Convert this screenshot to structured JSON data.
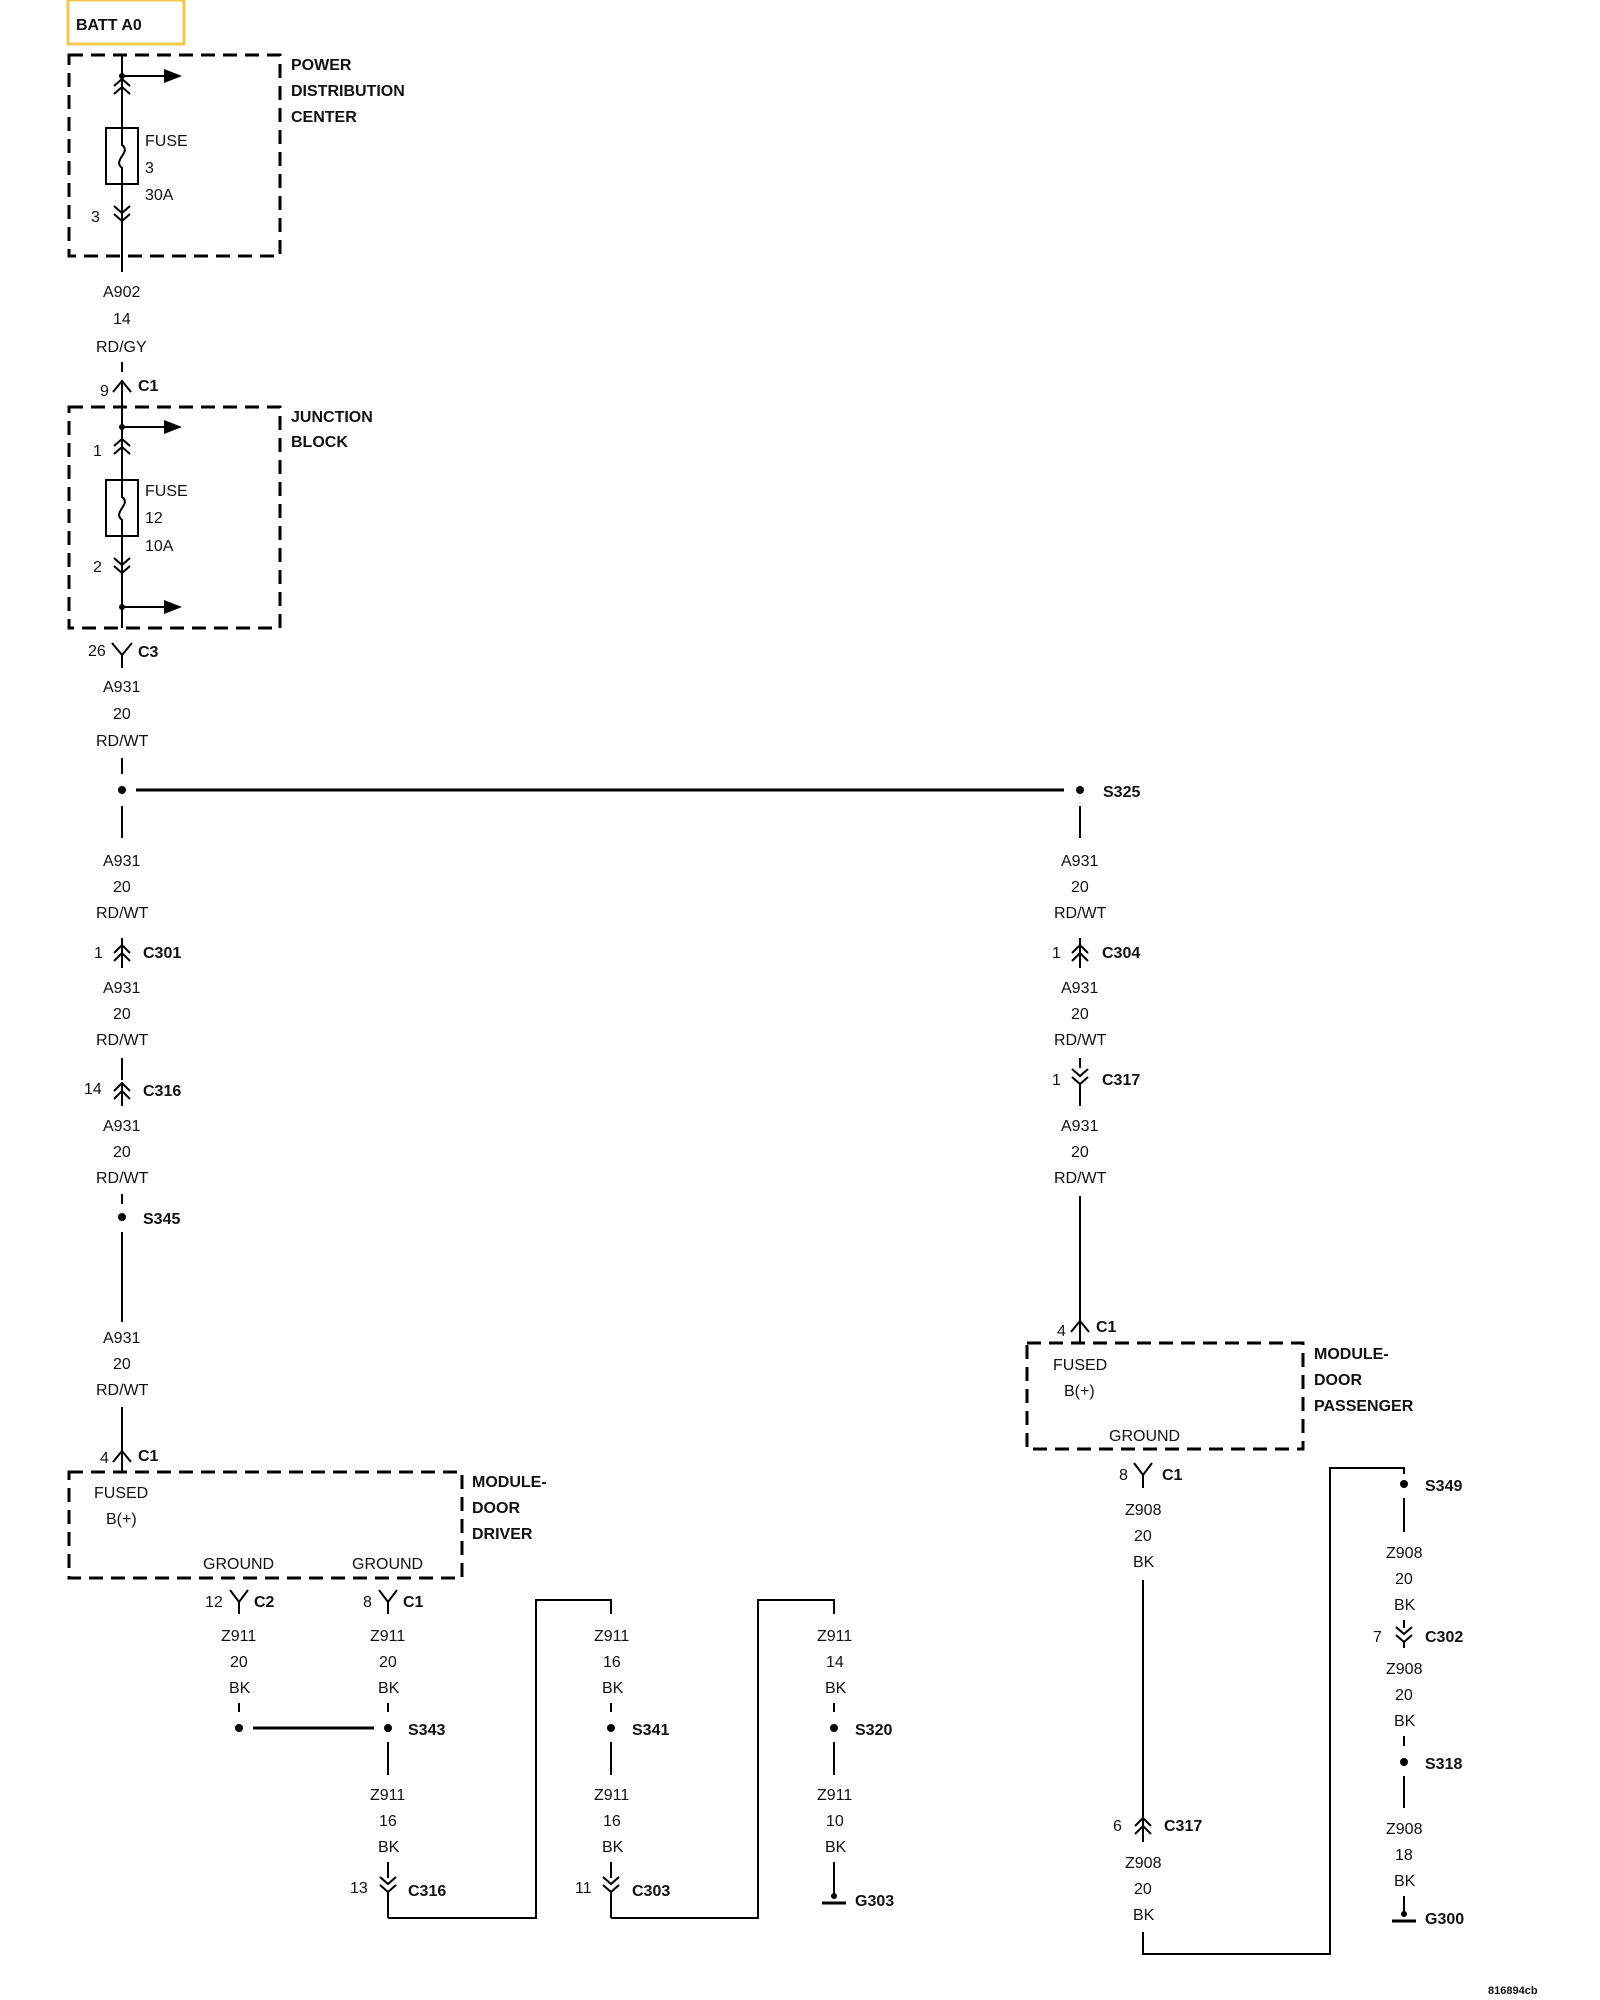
{
  "source": {
    "label": "BATT A0",
    "highlight": "#f2c94c"
  },
  "pdc": {
    "title": [
      "POWER",
      "DISTRIBUTION",
      "CENTER"
    ],
    "fuse": [
      "FUSE",
      "3",
      "30A"
    ],
    "pin_out": "3"
  },
  "wire_a902": [
    "A902",
    "14",
    "RD/GY"
  ],
  "jb_c1": {
    "pin": "9",
    "conn": "C1"
  },
  "jb": {
    "title": [
      "JUNCTION",
      "BLOCK"
    ],
    "fuse": [
      "FUSE",
      "12",
      "10A"
    ],
    "pin_in": "1",
    "pin_out": "2"
  },
  "jb_c3": {
    "pin": "26",
    "conn": "C3"
  },
  "wire_a931_a": [
    "A931",
    "20",
    "RD/WT"
  ],
  "splice_s325": "S325",
  "left": {
    "wire_1": [
      "A931",
      "20",
      "RD/WT"
    ],
    "c301": {
      "pin": "1",
      "conn": "C301"
    },
    "wire_2": [
      "A931",
      "20",
      "RD/WT"
    ],
    "c316": {
      "pin": "14",
      "conn": "C316"
    },
    "wire_3": [
      "A931",
      "20",
      "RD/WT"
    ],
    "s345": "S345",
    "wire_4": [
      "A931",
      "20",
      "RD/WT"
    ],
    "mod_c1": {
      "pin": "4",
      "conn": "C1"
    }
  },
  "right": {
    "wire_1": [
      "A931",
      "20",
      "RD/WT"
    ],
    "c304": {
      "pin": "1",
      "conn": "C304"
    },
    "wire_2": [
      "A931",
      "20",
      "RD/WT"
    ],
    "c317": {
      "pin": "1",
      "conn": "C317"
    },
    "wire_3": [
      "A931",
      "20",
      "RD/WT"
    ],
    "mod_c1": {
      "pin": "4",
      "conn": "C1"
    }
  },
  "module_passenger": {
    "title": [
      "MODULE-",
      "DOOR",
      "PASSENGER"
    ],
    "fused": [
      "FUSED",
      "B(+)"
    ],
    "ground": "GROUND",
    "out_c1": {
      "pin": "8",
      "conn": "C1"
    }
  },
  "module_driver": {
    "title": [
      "MODULE-",
      "DOOR",
      "DRIVER"
    ],
    "fused": [
      "FUSED",
      "B(+)"
    ],
    "ground_1": "GROUND",
    "ground_2": "GROUND",
    "c2": {
      "pin": "12",
      "conn": "C2"
    },
    "c1": {
      "pin": "8",
      "conn": "C1"
    }
  },
  "drv_ground": {
    "w_c2": [
      "Z911",
      "20",
      "BK"
    ],
    "w_c1": [
      "Z911",
      "20",
      "BK"
    ],
    "s343": "S343",
    "w_s343_down": [
      "Z911",
      "16",
      "BK"
    ],
    "c316": {
      "pin": "13",
      "conn": "C316"
    },
    "w_s341_up": [
      "Z911",
      "16",
      "BK"
    ],
    "s341": "S341",
    "w_s341_down": [
      "Z911",
      "16",
      "BK"
    ],
    "c303": {
      "pin": "11",
      "conn": "C303"
    },
    "w_s320_up": [
      "Z911",
      "14",
      "BK"
    ],
    "s320": "S320",
    "w_s320_down": [
      "Z911",
      "10",
      "BK"
    ],
    "g303": "G303"
  },
  "pass_ground": {
    "w_1": [
      "Z908",
      "20",
      "BK"
    ],
    "c317": {
      "pin": "6",
      "conn": "C317"
    },
    "w_2": [
      "Z908",
      "20",
      "BK"
    ],
    "s349": "S349",
    "w_3": [
      "Z908",
      "20",
      "BK"
    ],
    "c302": {
      "pin": "7",
      "conn": "C302"
    },
    "w_4": [
      "Z908",
      "20",
      "BK"
    ],
    "s318": "S318",
    "w_5": [
      "Z908",
      "18",
      "BK"
    ],
    "g300": "G300"
  },
  "figure_id": "816894cb"
}
